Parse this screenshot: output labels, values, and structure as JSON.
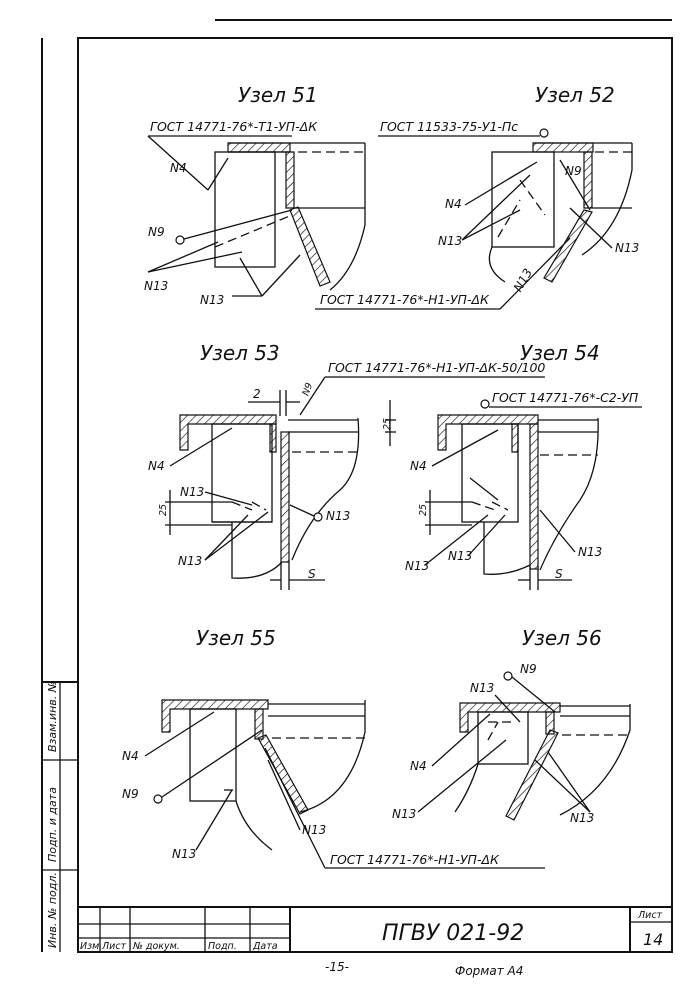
{
  "nodes": [
    {
      "title": "Узел 51",
      "weld_spec": "ГОСТ 14771-76*-Т1-УП-ΔК",
      "labels": [
        "N4",
        "N9",
        "N13",
        "N13"
      ]
    },
    {
      "title": "Узел 52",
      "weld_spec": "ГОСТ 11533-75-У1-Пс",
      "weld_spec_2": "ГОСТ 14771-76*-Н1-УП-ΔК",
      "labels": [
        "N4",
        "N9",
        "N13",
        "N13",
        "N13"
      ]
    },
    {
      "title": "Узел 53",
      "weld_spec": "ГОСТ 14771-76*-Н1-УП-ΔК-50/100",
      "labels": [
        "N4",
        "N13",
        "N13",
        "N13",
        "N9"
      ],
      "dims": {
        "gap": "2",
        "h1": "25",
        "h2": "25",
        "s": "S"
      }
    },
    {
      "title": "Узел 54",
      "weld_spec": "ГОСТ 14771-76*-С2-УП",
      "labels": [
        "N4",
        "N13",
        "N13",
        "N13"
      ],
      "dims": {
        "h2": "25",
        "s": "S"
      }
    },
    {
      "title": "Узел 55",
      "weld_spec": "ГОСТ 14771-76*-Н1-УП-ΔК",
      "labels": [
        "N4",
        "N9",
        "N13",
        "N13"
      ]
    },
    {
      "title": "Узел 56",
      "labels": [
        "N9",
        "N13",
        "N4",
        "N13",
        "N13"
      ]
    }
  ],
  "side_stamp": [
    "Инв. № подл.",
    "Подп. и дата",
    "Взам.инв. №"
  ],
  "title_block": {
    "designation": "ПГВУ 021-92",
    "sheet_label": "Лист",
    "sheet_number": "14",
    "columns": [
      "Изм",
      "Лист",
      "№ докум.",
      "Подп.",
      "Дата"
    ]
  },
  "footer": {
    "page": "-15-",
    "format": "Формат А4"
  }
}
